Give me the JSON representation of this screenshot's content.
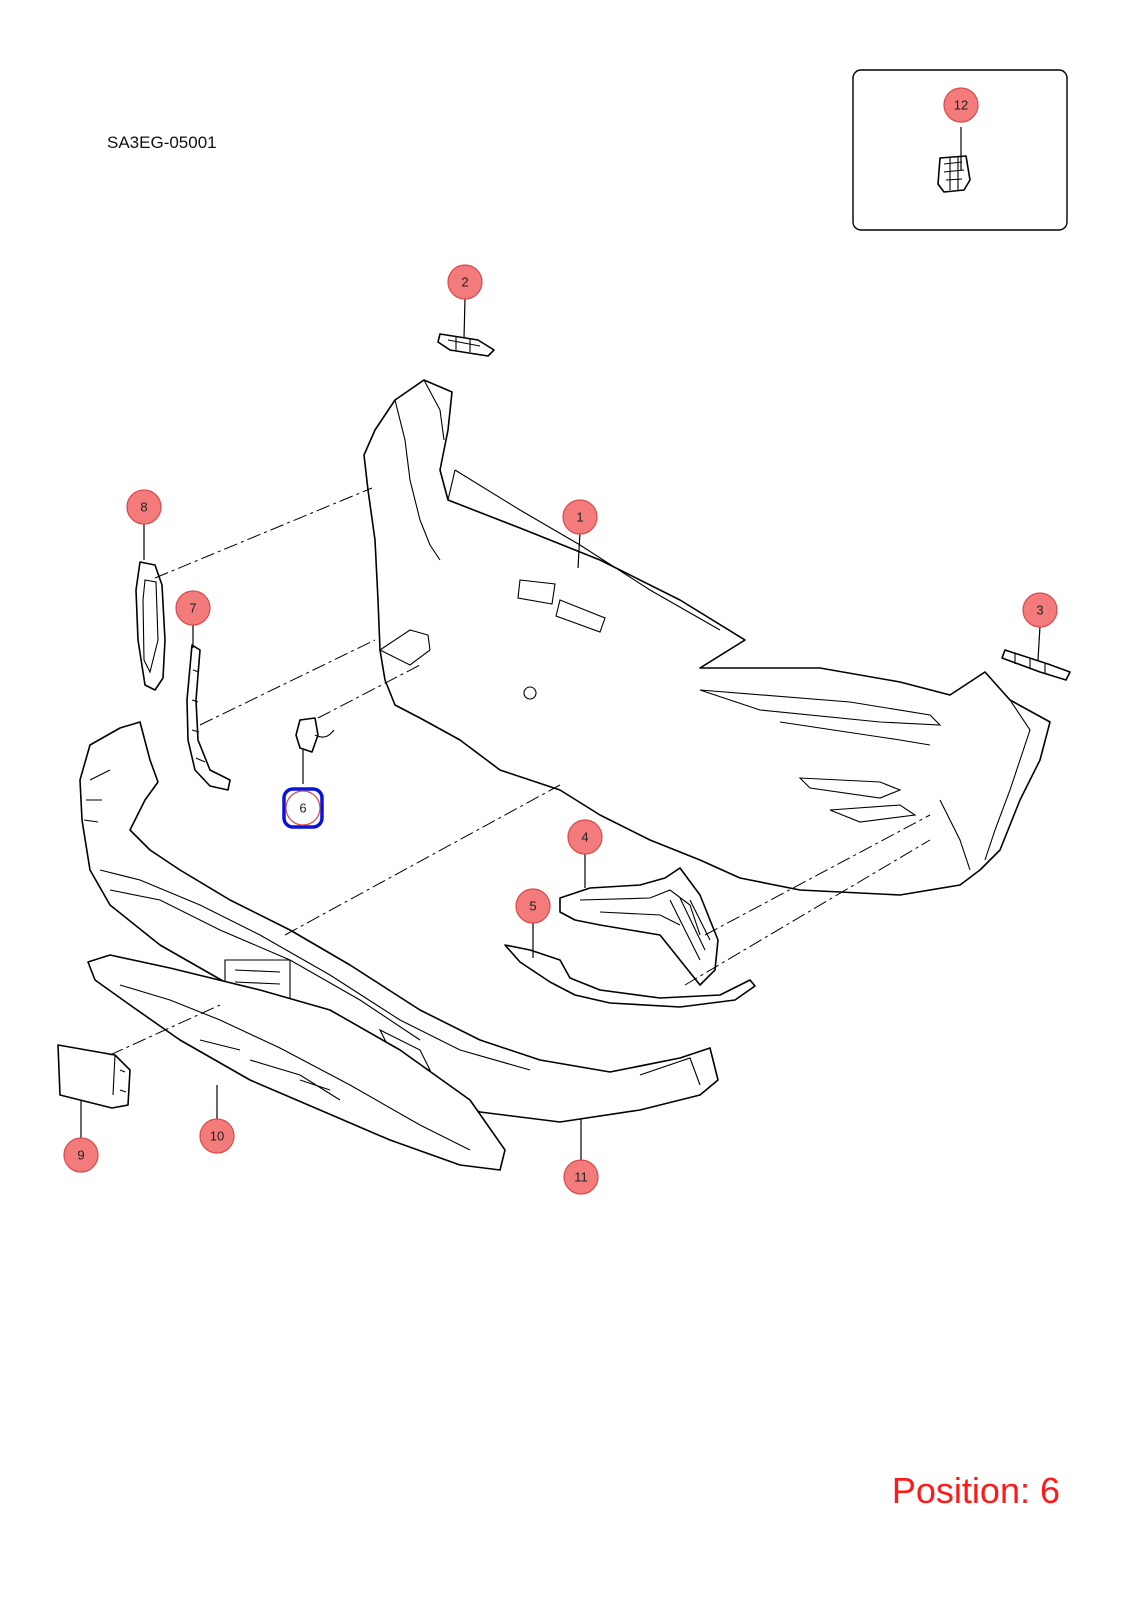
{
  "diagram_code": "SA3EG-05001",
  "position_label": "Position: 6",
  "selected_callout": "6",
  "colors": {
    "callout_fill": "#f47b7b",
    "callout_stroke": "#d94a4a",
    "selected_highlight": "#0a14d8",
    "position_text": "#ff1a1a"
  },
  "callouts": [
    {
      "id": "1",
      "label": "1"
    },
    {
      "id": "2",
      "label": "2"
    },
    {
      "id": "3",
      "label": "3"
    },
    {
      "id": "4",
      "label": "4"
    },
    {
      "id": "5",
      "label": "5"
    },
    {
      "id": "6",
      "label": "6"
    },
    {
      "id": "7",
      "label": "7"
    },
    {
      "id": "8",
      "label": "8"
    },
    {
      "id": "9",
      "label": "9"
    },
    {
      "id": "10",
      "label": "10"
    },
    {
      "id": "11",
      "label": "11"
    },
    {
      "id": "12",
      "label": "12"
    }
  ]
}
